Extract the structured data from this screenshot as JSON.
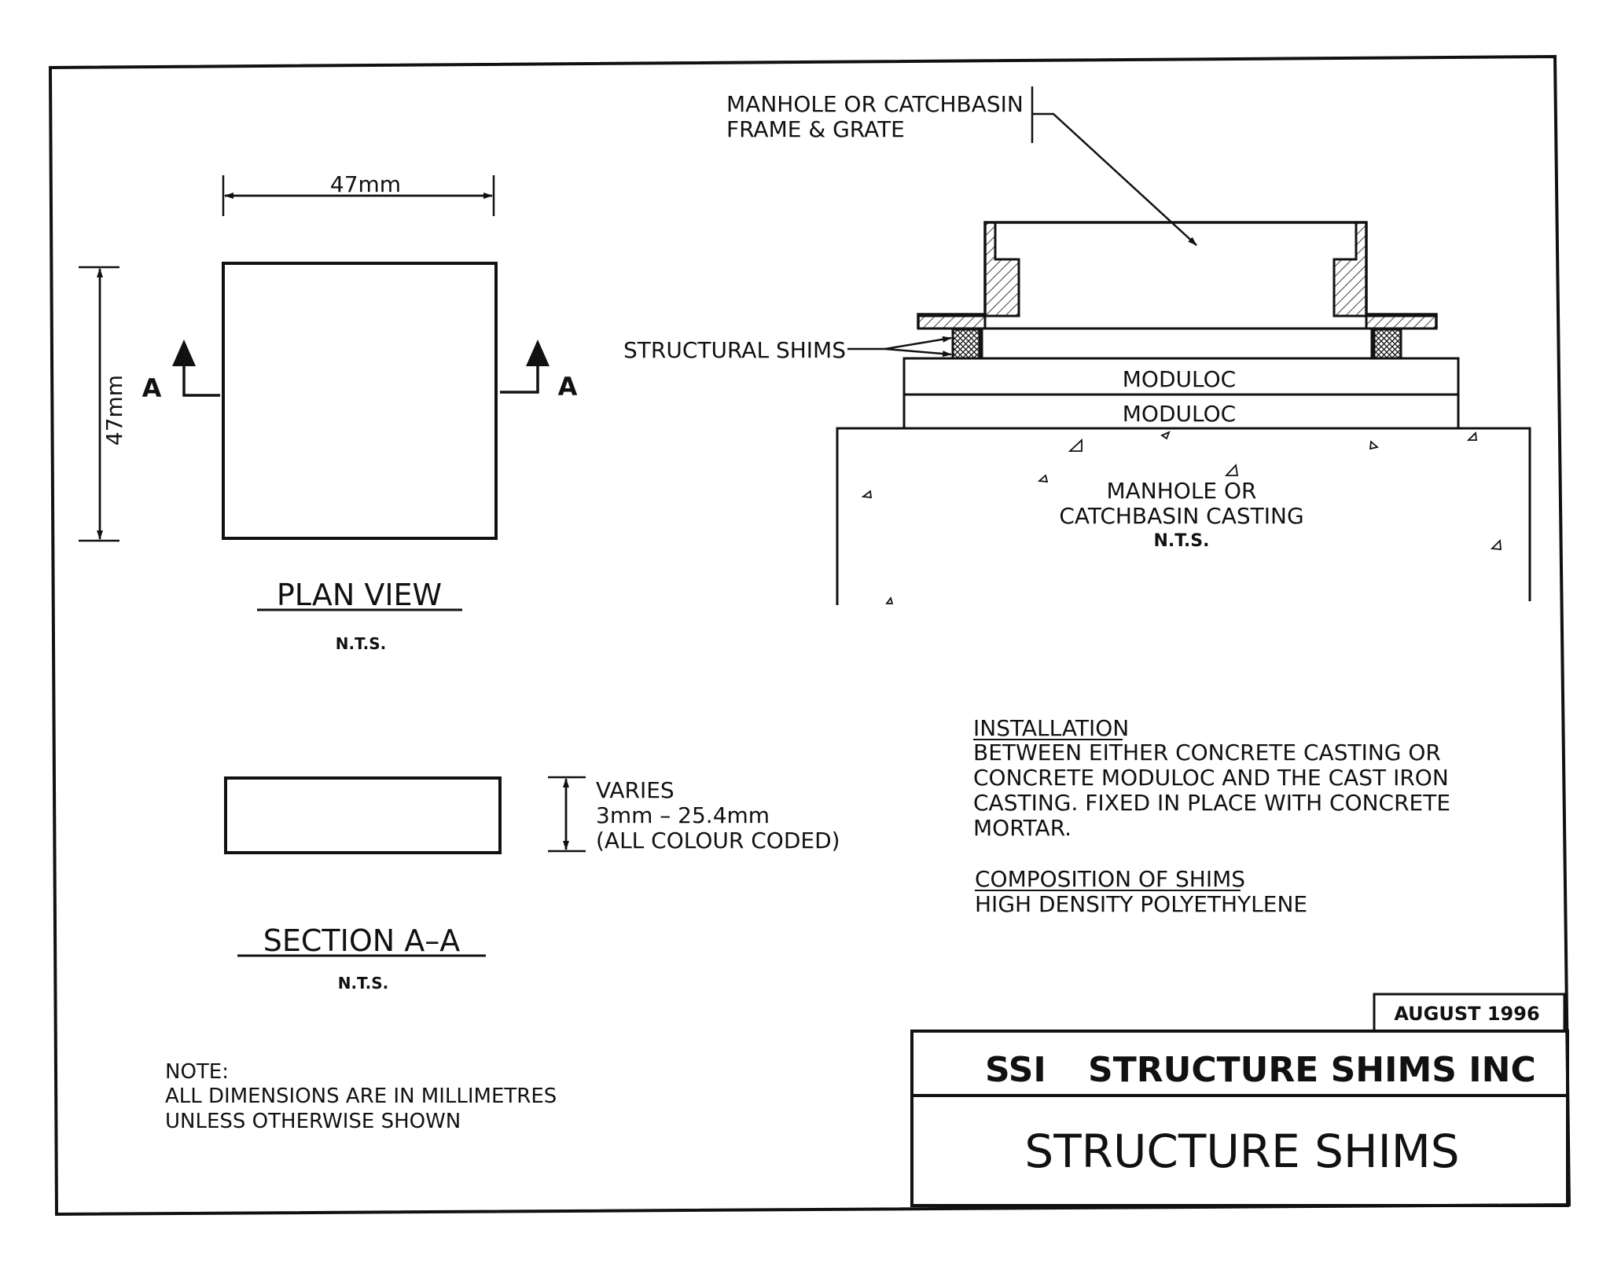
{
  "colors": {
    "ink": "#111111",
    "paper": "#ffffff"
  },
  "labels": {
    "frame_grate_line1": "MANHOLE OR CATCHBASIN",
    "frame_grate_line2": "FRAME & GRATE",
    "structural_shims": "STRUCTURAL SHIMS",
    "moduloc_1": "MODULOC",
    "moduloc_2": "MODULOC",
    "casting_line1": "MANHOLE OR",
    "casting_line2": "CATCHBASIN CASTING",
    "casting_nts": "N.T.S.",
    "dim_width": "47mm",
    "dim_height": "47mm",
    "section_marker_left": "A",
    "section_marker_right": "A",
    "plan_view": "PLAN VIEW",
    "plan_nts": "N.T.S.",
    "varies_line1": "VARIES",
    "varies_line2": "3mm  –  25.4mm",
    "varies_line3": "(ALL COLOUR CODED)",
    "section_title": "SECTION A–A",
    "section_nts": "N.T.S."
  },
  "installation": {
    "heading": "INSTALLATION",
    "lines": [
      "BETWEEN EITHER CONCRETE CASTING OR",
      "CONCRETE MODULOC AND THE CAST IRON",
      "CASTING. FIXED IN PLACE WITH CONCRETE",
      "MORTAR."
    ]
  },
  "composition": {
    "heading": "COMPOSITION OF SHIMS",
    "line": "HIGH DENSITY POLYETHYLENE"
  },
  "note": {
    "heading": "NOTE:",
    "lines": [
      "ALL DIMENSIONS ARE IN MILLIMETRES",
      "UNLESS OTHERWISE SHOWN"
    ]
  },
  "title_block": {
    "date": "AUGUST 1996",
    "company_abbr": "SSI",
    "company_name": "STRUCTURE SHIMS INC",
    "drawing_title": "STRUCTURE SHIMS"
  }
}
